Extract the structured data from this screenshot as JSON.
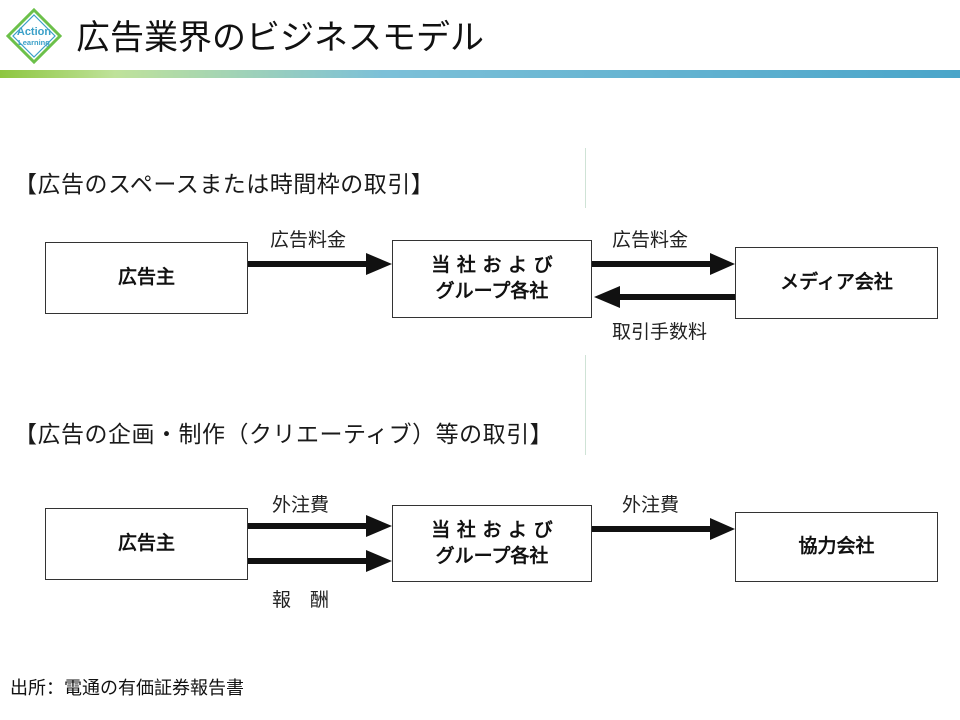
{
  "header": {
    "logo_text_top": "Action",
    "logo_text_bottom": "Learning",
    "title": "広告業界のビジネスモデル"
  },
  "sections": [
    {
      "title": "【広告のスペースまたは時間枠の取引】",
      "boxes": {
        "left": "広告主",
        "middle_line1": "当 社 お よ び",
        "middle_line2": "グループ各社",
        "right": "メディア会社"
      },
      "labels": {
        "arrow1": "広告料金",
        "arrow2": "広告料金",
        "arrow3": "取引手数料"
      }
    },
    {
      "title": "【広告の企画・制作（クリエーティブ）等の取引】",
      "boxes": {
        "left": "広告主",
        "middle_line1": "当 社 お よ び",
        "middle_line2": "グループ各社",
        "right": "協力会社"
      },
      "labels": {
        "arrow1": "外注費",
        "arrow2": "報　酬",
        "arrow3": "外注費"
      }
    }
  ],
  "source": "出所：電通の有価証券報告書",
  "colors": {
    "accent_green": "#8dc63f",
    "accent_blue": "#4aa5c9",
    "box_border": "#333333",
    "arrow": "#111111"
  }
}
